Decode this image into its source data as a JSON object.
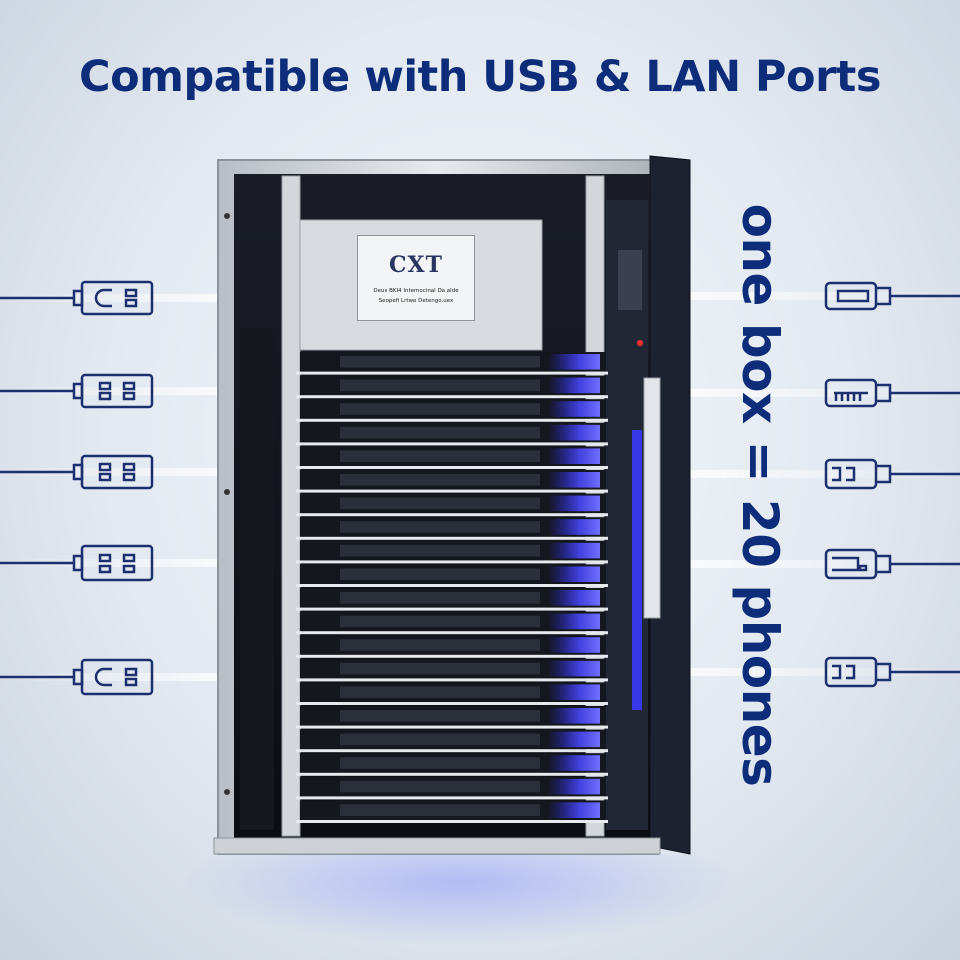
{
  "headline": "Compatible with USB & LAN Ports",
  "side_tagline": "one box = 20 phones",
  "device_label": {
    "brand": "CXT",
    "line1": "Deus BKI4 Intemocinal Da alde",
    "line2": "Seopefi Lrtwe Detengo.uex"
  },
  "icons": {
    "left": [
      "usb-c-cable-icon",
      "usb-a-cable-icon",
      "usb-a-cable-icon",
      "usb-a-cable-icon",
      "usb-c-cable-icon"
    ],
    "right": [
      "usb-cable-icon",
      "ethernet-cable-icon",
      "ethernet-cable-icon",
      "usb-cable-icon",
      "ethernet-cable-icon"
    ]
  },
  "colors": {
    "text": "#0d2c7a",
    "icon_stroke": "#1c2f6e",
    "led": "#3b3bff",
    "chassis": "#c8ccd2"
  },
  "slot_count": 20
}
